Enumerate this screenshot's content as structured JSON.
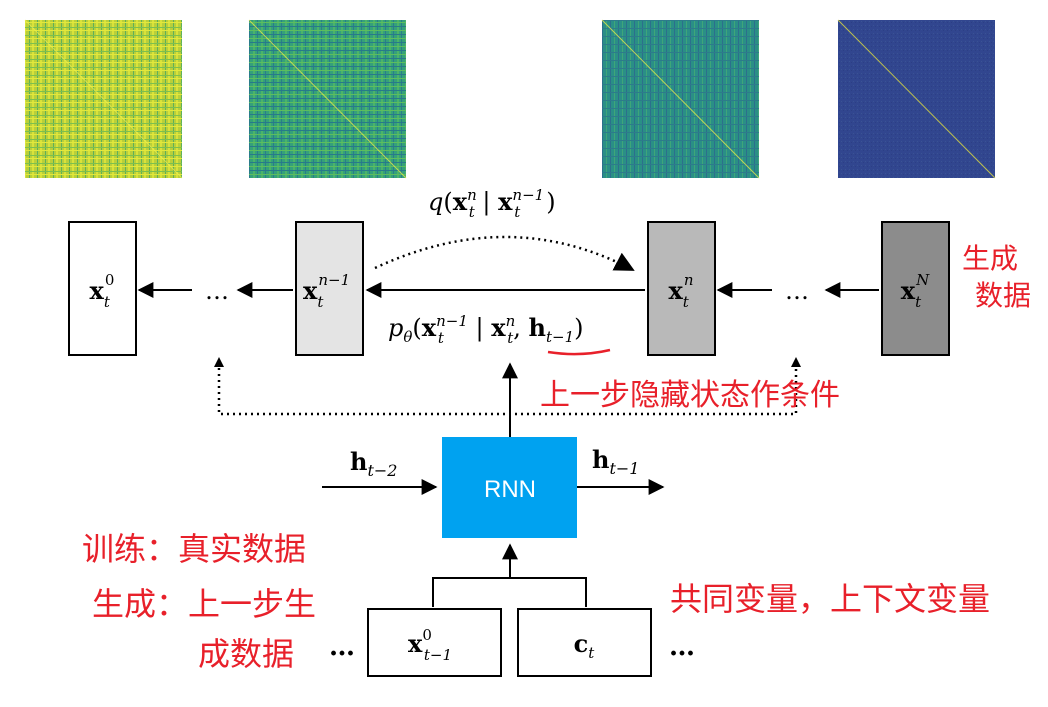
{
  "nodes": {
    "x0": {
      "base": "x",
      "sub": "t",
      "sup": "0"
    },
    "xn_minus_1": {
      "base": "x",
      "sub": "t",
      "sup": "n−1"
    },
    "xn": {
      "base": "x",
      "sub": "t",
      "sup": "n"
    },
    "xN": {
      "base": "x",
      "sub": "t",
      "sup": "N"
    },
    "x0_prev": {
      "base": "x",
      "sup": "0",
      "sub": "t−1"
    },
    "c": {
      "base": "c",
      "sub": "t"
    }
  },
  "ellipses": {
    "left_chain": "…",
    "right_chain": "…",
    "bottom_left": "…",
    "bottom_right": "…"
  },
  "q_label": {
    "q": "q",
    "open": "(",
    "x1": "x",
    "x1_sup": "n",
    "x1_sub": "t",
    "bar": " | ",
    "x2": "x",
    "x2_sup": "n−1",
    "x2_sub": "t",
    "close": ")"
  },
  "p_label": {
    "p": "p",
    "theta": "θ",
    "open": "(",
    "x1": "x",
    "x1_sup": "n−1",
    "x1_sub": "t",
    "bar": " | ",
    "x2": "x",
    "x2_sup": "n",
    "x2_sub": "t",
    "comma": ", ",
    "h": "h",
    "h_sub": "t−1",
    "close": ")"
  },
  "rnn": {
    "label": "RNN",
    "color": "#00a2f0"
  },
  "h_in": {
    "base": "h",
    "sub": "t−2"
  },
  "h_out": {
    "base": "h",
    "sub": "t−1"
  },
  "annotations": {
    "generate_data": [
      "生成",
      "数据"
    ],
    "prev_hidden_condition": "上一步隐藏状态作条件",
    "training_generation": [
      "训练：真实数据",
      "生成：上一步生",
      "成数据"
    ],
    "covariates": "共同变量，上下文变量"
  },
  "colors": {
    "box_x0": "#ffffff",
    "box_xn_minus_1": "#e4e4e4",
    "box_xn": "#b9b9b9",
    "box_xN": "#8c8c8c",
    "annotation": "#e8202a"
  },
  "heatmaps": [
    {
      "palette": "yellow-green",
      "base": "#b9cf3a"
    },
    {
      "palette": "green",
      "base": "#35a17a"
    },
    {
      "palette": "teal",
      "base": "#2a8f86"
    },
    {
      "palette": "blue",
      "base": "#31468f"
    }
  ]
}
